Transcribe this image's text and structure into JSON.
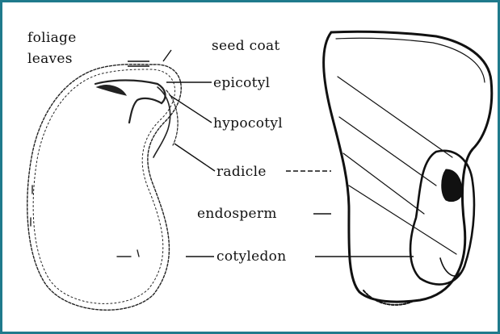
{
  "frame_color": "#1f7a8c",
  "labels": {
    "foliage_leaves_1": "foliage",
    "foliage_leaves_2": "leaves",
    "seed_coat": "seed coat",
    "epicotyl": "epicotyl",
    "hypocotyl": "hypocotyl",
    "radicle": "radicle",
    "endosperm": "endosperm",
    "cotyledon": "cotyledon"
  }
}
